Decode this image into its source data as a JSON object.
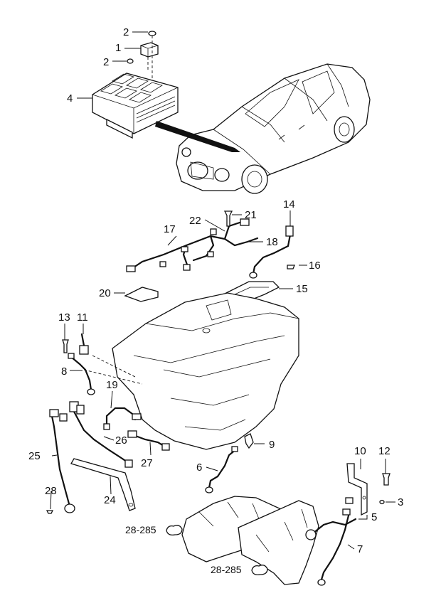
{
  "callouts": [
    {
      "id": "c1",
      "text": "1"
    },
    {
      "id": "c2a",
      "text": "2"
    },
    {
      "id": "c2b",
      "text": "2"
    },
    {
      "id": "c3",
      "text": "3"
    },
    {
      "id": "c4",
      "text": "4"
    },
    {
      "id": "c5",
      "text": "5"
    },
    {
      "id": "c6",
      "text": "6"
    },
    {
      "id": "c7",
      "text": "7"
    },
    {
      "id": "c8",
      "text": "8"
    },
    {
      "id": "c9",
      "text": "9"
    },
    {
      "id": "c10",
      "text": "10"
    },
    {
      "id": "c11",
      "text": "11"
    },
    {
      "id": "c12",
      "text": "12"
    },
    {
      "id": "c13",
      "text": "13"
    },
    {
      "id": "c14",
      "text": "14"
    },
    {
      "id": "c15",
      "text": "15"
    },
    {
      "id": "c16",
      "text": "16"
    },
    {
      "id": "c17",
      "text": "17"
    },
    {
      "id": "c18",
      "text": "18"
    },
    {
      "id": "c19",
      "text": "19"
    },
    {
      "id": "c20",
      "text": "20"
    },
    {
      "id": "c21",
      "text": "21"
    },
    {
      "id": "c22",
      "text": "22"
    },
    {
      "id": "c24",
      "text": "24"
    },
    {
      "id": "c25",
      "text": "25"
    },
    {
      "id": "c26",
      "text": "26"
    },
    {
      "id": "c27",
      "text": "27"
    },
    {
      "id": "c28",
      "text": "28"
    }
  ],
  "references": [
    {
      "id": "r1",
      "text": "28-285"
    },
    {
      "id": "r2",
      "text": "28-285"
    }
  ]
}
